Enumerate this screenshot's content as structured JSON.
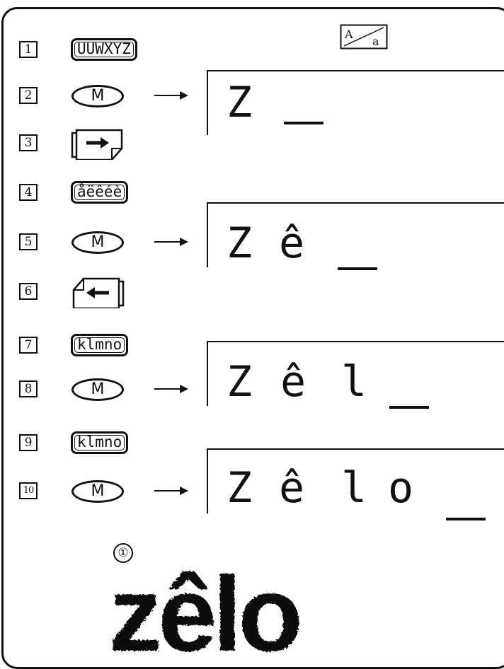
{
  "case_key": {
    "upper": "A",
    "lower": "a"
  },
  "steps": [
    {
      "n": "1",
      "key_label": "UUWXYZ"
    },
    {
      "n": "2",
      "key_label": "M"
    },
    {
      "n": "3",
      "key_label": ""
    },
    {
      "n": "4",
      "key_label": "åëêéè"
    },
    {
      "n": "5",
      "key_label": "M"
    },
    {
      "n": "6",
      "key_label": ""
    },
    {
      "n": "7",
      "key_label": "klmno"
    },
    {
      "n": "8",
      "key_label": "M"
    },
    {
      "n": "9",
      "key_label": "klmno"
    },
    {
      "n": "10",
      "key_label": "M"
    }
  ],
  "displays": [
    [
      "Z"
    ],
    [
      "Z",
      "ê"
    ],
    [
      "Z",
      "ê",
      "l"
    ],
    [
      "Z",
      "ê",
      "l",
      "o"
    ]
  ],
  "result": {
    "marker": "①",
    "word": "zêlo"
  }
}
